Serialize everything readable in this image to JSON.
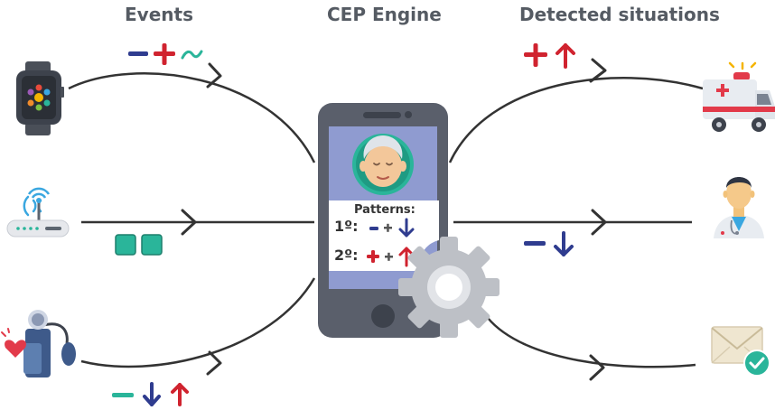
{
  "headings": {
    "events": "Events",
    "cep_engine": "CEP Engine",
    "detected_situations": "Detected situations"
  },
  "phone": {
    "patterns_title": "Patterns:",
    "pattern_1_label": "1º:",
    "pattern_2_label": "2º:",
    "pattern_1_symbols": [
      "minus",
      "plus",
      "arrow-down"
    ],
    "pattern_2_symbols": [
      "plus",
      "plus",
      "arrow-up"
    ]
  },
  "event_sources": [
    {
      "icon": "smartwatch-icon",
      "symbols": [
        "minus",
        "plus",
        "tilde"
      ]
    },
    {
      "icon": "router-icon",
      "symbols": [
        "square",
        "square"
      ]
    },
    {
      "icon": "blood-pressure-monitor-icon",
      "symbols": [
        "minus",
        "arrow-down",
        "arrow-up"
      ]
    }
  ],
  "outcomes": [
    {
      "icon": "ambulance-icon",
      "symbols": [
        "plus",
        "arrow-up"
      ]
    },
    {
      "icon": "doctor-icon",
      "symbols": [
        "minus",
        "arrow-down"
      ]
    },
    {
      "icon": "email-sent-icon",
      "symbols": []
    }
  ],
  "colors": {
    "red": "#d0232f",
    "navy": "#2f3c8f",
    "teal": "#2ab59a",
    "phone_body": "#5a5f6b",
    "phone_screen": "#8f9bd0",
    "gear": "#bdc0c6",
    "line": "#333333",
    "heading": "#555b63"
  }
}
